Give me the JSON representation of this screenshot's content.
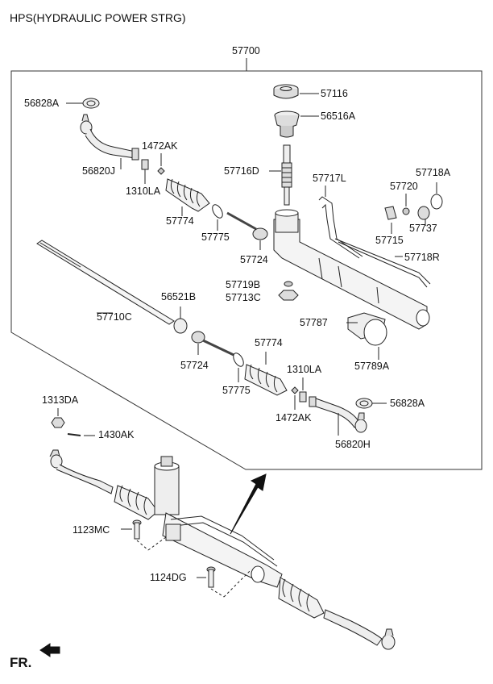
{
  "title": "HPS(HYDRAULIC POWER STRG)",
  "direction_label": "FR.",
  "labels": {
    "p57700": "57700",
    "p57116": "57116",
    "p56516A": "56516A",
    "p56828A_top": "56828A",
    "p1472AK_top": "1472AK",
    "p56820J": "56820J",
    "p1310LA_top": "1310LA",
    "p57716D": "57716D",
    "p57717L": "57717L",
    "p57718A": "57718A",
    "p57720": "57720",
    "p57774_top": "57774",
    "p57775_top": "57775",
    "p57737": "57737",
    "p57715": "57715",
    "p57724_top": "57724",
    "p57718R": "57718R",
    "p57719B": "57719B",
    "p57713C": "57713C",
    "p56521B": "56521B",
    "p57710C": "57710C",
    "p57787": "57787",
    "p57724_bot": "57724",
    "p57774_bot": "57774",
    "p57789A": "57789A",
    "p1310LA_bot": "1310LA",
    "p57775_bot": "57775",
    "p56828A_bot": "56828A",
    "p1472AK_bot": "1472AK",
    "p56820H": "56820H",
    "p1313DA": "1313DA",
    "p1430AK": "1430AK",
    "p1123MC": "1123MC",
    "p1124DG": "1124DG"
  }
}
